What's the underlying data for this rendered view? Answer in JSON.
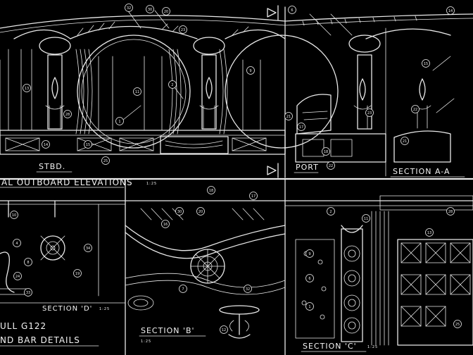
{
  "labels": {
    "stbd": "STBD.",
    "port": "PORT",
    "section_aa": "SECTION A-A",
    "outboard_elevations": "AL OUTBOARD ELEVATIONS",
    "outboard_scale": "1:25",
    "section_d": "SECTION 'D'",
    "section_d_scale": "1:25",
    "section_b": "SECTION 'B'",
    "section_b_scale": "1:25",
    "section_c": "SECTION 'C'",
    "section_c_scale": "1:25",
    "hull": "ULL G122",
    "bar_details": "ND BAR DETAILS"
  },
  "callouts": [
    "32",
    "30",
    "20",
    "6",
    "9",
    "1",
    "2",
    "11",
    "13",
    "28",
    "25",
    "14",
    "15",
    "22",
    "21",
    "23",
    "18",
    "17",
    "4",
    "8",
    "24",
    "33",
    "34",
    "19",
    "10",
    "16",
    "7",
    "12"
  ],
  "colors": {
    "background": "#000000",
    "linework": "#eaeaea"
  }
}
